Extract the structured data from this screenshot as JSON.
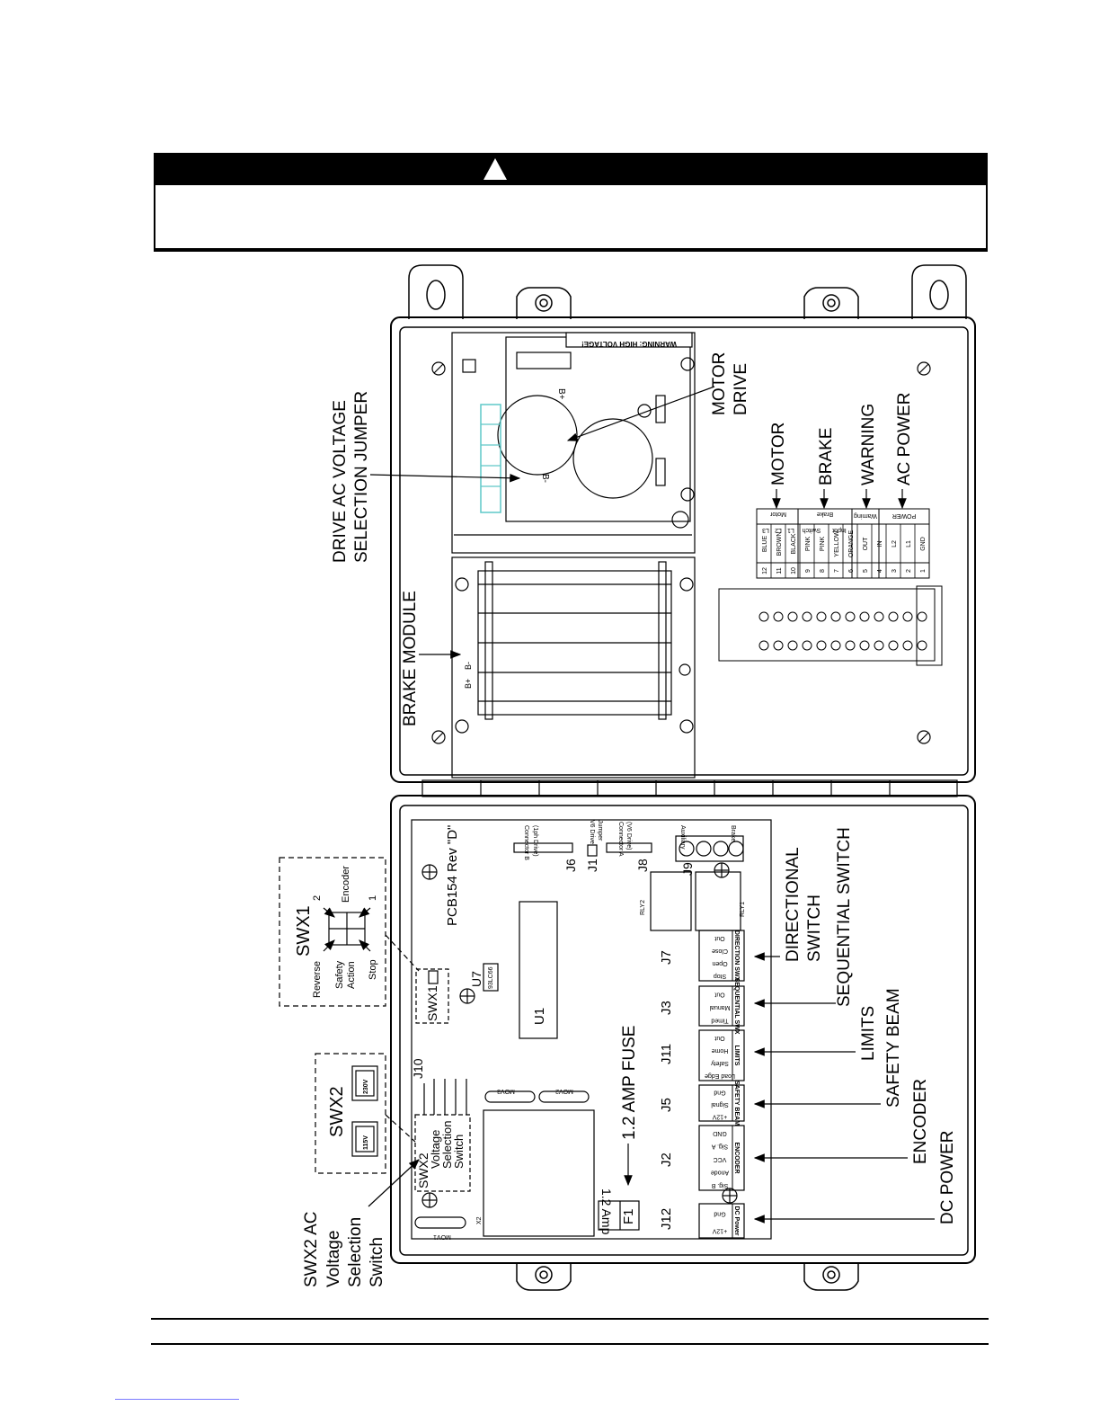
{
  "warning_icon": "warning-triangle-icon",
  "colors": {
    "ink": "#000000",
    "terminal_teal": "#5fc8c8",
    "fuse_red": "#d94040",
    "footer_link": "#7a7aff"
  },
  "motor_drive": {
    "warning_label": "WARNING: HIGH VOLTAGE!",
    "b_plus": "B+",
    "b_minus": "B-"
  },
  "brake_module": {
    "b_minus": "B-",
    "b_plus": "B+"
  },
  "terminal_strip": {
    "groups": [
      {
        "name": "Motor",
        "subs": [
          "L3",
          "L2",
          "L1"
        ]
      },
      {
        "name": "Brake",
        "subs": [
          "Switch",
          "Input"
        ]
      },
      {
        "name": "Warning",
        "subs": []
      },
      {
        "name": "POWER",
        "subs": []
      }
    ],
    "wires": [
      "BLUE",
      "BROWN",
      "BLACK",
      "PINK",
      "PINK",
      "YELLOW",
      "ORANGE",
      "OUT",
      "IN",
      "L2",
      "L1",
      "GND"
    ],
    "numbers": [
      "12",
      "11",
      "10",
      "9",
      "8",
      "7",
      "6",
      "5",
      "4",
      "3",
      "2",
      "1"
    ]
  },
  "callouts_top": {
    "motor_drive": [
      "MOTOR",
      "DRIVE"
    ],
    "motor": "MOTOR",
    "brake": "BRAKE",
    "warning": "WARNING",
    "ac_power": "AC POWER",
    "drive_ac_voltage": [
      "DRIVE AC VOLTAGE",
      "SELECTION JUMPER"
    ],
    "brake_module": "BRAKE MODULE"
  },
  "pcb": {
    "title": "PCB154 Rev \"D\"",
    "j6": "J6",
    "connector_b": [
      "Connector B",
      "(1ph Drive)"
    ],
    "j1": "J1",
    "v6_jumper": [
      "V6 Drive",
      "Jumper"
    ],
    "j8": "J8",
    "connector_a": [
      "Connector A",
      "(V6 Drive)"
    ],
    "j9": "J9",
    "j9_labels": [
      "Auxiliary",
      "Brake"
    ],
    "rly2": "RLY2",
    "rly1": "RLY1",
    "u7": "U7",
    "u7_part": "93LC66",
    "u1": "U1",
    "swx1": "SWX1",
    "j10": "J10",
    "mov3": "MOV3",
    "mov2": "MOV2",
    "mov1": "MOV1",
    "x2": "X2",
    "swx2": [
      "SWX2",
      "Voltage",
      "Selection",
      "Switch"
    ],
    "f1": "F1",
    "fuse_rating": "1.2 Amp",
    "connectors": [
      {
        "id": "J7",
        "title": "DIRECTION SWX",
        "pins": [
          "Out",
          "Close",
          "Open",
          "Stop"
        ]
      },
      {
        "id": "J3",
        "title": "SEQUENTIAL SWX",
        "pins": [
          "Out",
          "Manual",
          "Timed"
        ]
      },
      {
        "id": "J11",
        "title": "LIMITS",
        "pins": [
          "Out",
          "Home",
          "Safety",
          "Load Edge"
        ]
      },
      {
        "id": "J5",
        "title": "SAFETY BEAM",
        "pins": [
          "Gnd",
          "Signal",
          "+12V"
        ]
      },
      {
        "id": "J2",
        "title": "ENCODER",
        "pins": [
          "GND",
          "Sig. A",
          "VCC",
          "Anode",
          "Sig. B"
        ]
      },
      {
        "id": "J12",
        "title": "DC Power",
        "pins": [
          "Gnd",
          "+12V"
        ]
      }
    ]
  },
  "callouts_bottom": {
    "directional_switch": [
      "DIRECTIONAL",
      "SWITCH"
    ],
    "sequential_switch": "SEQUENTIAL SWITCH",
    "limits": "LIMITS",
    "safety_beam": "SAFETY BEAM",
    "encoder": "ENCODER",
    "dc_power": "DC POWER",
    "amp_fuse": "1.2 AMP FUSE",
    "swx2_ac": [
      "SWX2 AC",
      "Voltage",
      "Selection",
      "Switch"
    ]
  },
  "swx1_detail": {
    "title": "SWX1",
    "labels": [
      "Reverse",
      "Safety",
      "Action",
      "Stop",
      "Encoder",
      "2",
      "1"
    ]
  },
  "swx2_detail": {
    "title": "SWX2",
    "options": [
      "115V",
      "230V"
    ]
  }
}
